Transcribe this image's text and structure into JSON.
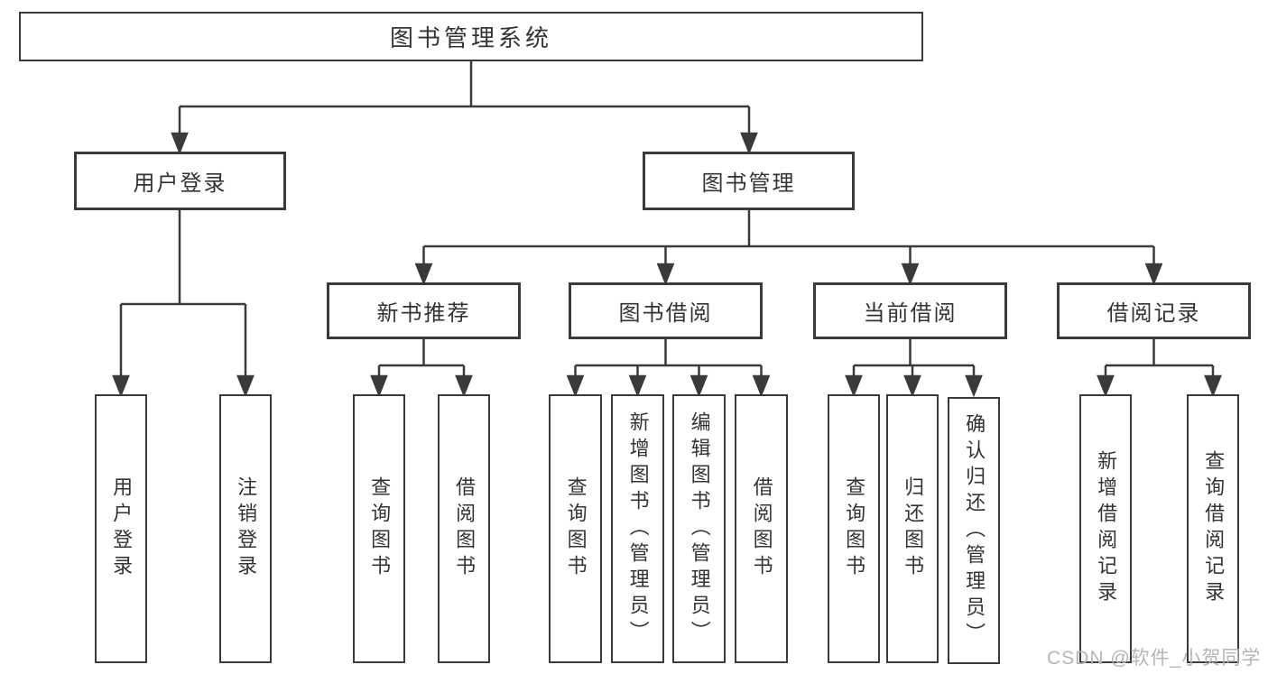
{
  "diagram": {
    "root": {
      "label": "图书管理系统"
    },
    "level2": [
      {
        "label": "用户登录"
      },
      {
        "label": "图书管理"
      }
    ],
    "level3": [
      {
        "label": "新书推荐"
      },
      {
        "label": "图书借阅"
      },
      {
        "label": "当前借阅"
      },
      {
        "label": "借阅记录"
      }
    ],
    "leaves": {
      "user_login": [
        {
          "label": "用户登录"
        },
        {
          "label": "注销登录"
        }
      ],
      "new_book": [
        {
          "label": "查询图书"
        },
        {
          "label": "借阅图书"
        }
      ],
      "book_borrow": [
        {
          "label": "查询图书"
        },
        {
          "label": "新增图书（管理员）"
        },
        {
          "label": "编辑图书（管理员）"
        },
        {
          "label": "借阅图书"
        }
      ],
      "current_borrow": [
        {
          "label": "查询图书"
        },
        {
          "label": "归还图书"
        },
        {
          "label": "确认归还（管理员）"
        }
      ],
      "borrow_record": [
        {
          "label": "新增借阅记录"
        },
        {
          "label": "查询借阅记录"
        }
      ]
    }
  },
  "watermark": "CSDN @软件_小贺同学",
  "colors": {
    "line": "#3a3a3a",
    "text": "#333333",
    "background": "#ffffff",
    "watermark": "#b5b5b5"
  }
}
